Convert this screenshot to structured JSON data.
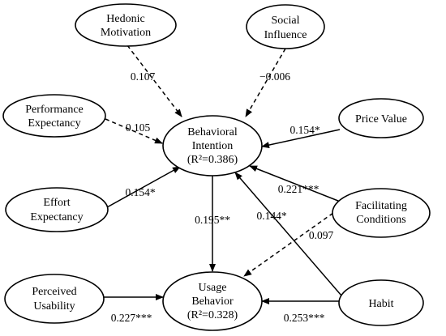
{
  "nodes": {
    "hedonic_motivation": {
      "lines": [
        "Hedonic",
        "Motivation"
      ]
    },
    "social_influence": {
      "lines": [
        "Social",
        "Influence"
      ]
    },
    "performance_expectancy": {
      "lines": [
        "Performance",
        "Expectancy"
      ]
    },
    "behavioral_intention": {
      "lines": [
        "Behavioral",
        "Intention",
        "(R²=0.386)"
      ]
    },
    "price_value": {
      "lines": [
        "Price Value"
      ]
    },
    "effort_expectancy": {
      "lines": [
        "Effort",
        "Expectancy"
      ]
    },
    "facilitating_conditions": {
      "lines": [
        "Facilitating",
        "Conditions"
      ]
    },
    "perceived_usability": {
      "lines": [
        "Perceived",
        "Usability"
      ]
    },
    "usage_behavior": {
      "lines": [
        "Usage",
        "Behavior",
        "(R²=0.328)"
      ]
    },
    "habit": {
      "lines": [
        "Habit"
      ]
    }
  },
  "paths": [
    {
      "from": "hedonic_motivation",
      "to": "behavioral_intention",
      "coefficient": "0.107",
      "style": "dashed"
    },
    {
      "from": "social_influence",
      "to": "behavioral_intention",
      "coefficient": "−0.006",
      "style": "dashed"
    },
    {
      "from": "performance_expectancy",
      "to": "behavioral_intention",
      "coefficient": "0.105",
      "style": "dashed"
    },
    {
      "from": "price_value",
      "to": "behavioral_intention",
      "coefficient": "0.154*",
      "style": "solid"
    },
    {
      "from": "effort_expectancy",
      "to": "behavioral_intention",
      "coefficient": "0.154*",
      "style": "solid"
    },
    {
      "from": "facilitating_conditions",
      "to": "behavioral_intention",
      "coefficient": "0.221***",
      "style": "solid"
    },
    {
      "from": "facilitating_conditions",
      "to": "usage_behavior",
      "coefficient": "0.097",
      "style": "dashed"
    },
    {
      "from": "habit",
      "to": "behavioral_intention",
      "coefficient": "0.144*",
      "style": "solid"
    },
    {
      "from": "behavioral_intention",
      "to": "usage_behavior",
      "coefficient": "0.195**",
      "style": "solid"
    },
    {
      "from": "perceived_usability",
      "to": "usage_behavior",
      "coefficient": "0.227***",
      "style": "solid"
    },
    {
      "from": "habit",
      "to": "usage_behavior",
      "coefficient": "0.253***",
      "style": "solid"
    }
  ]
}
